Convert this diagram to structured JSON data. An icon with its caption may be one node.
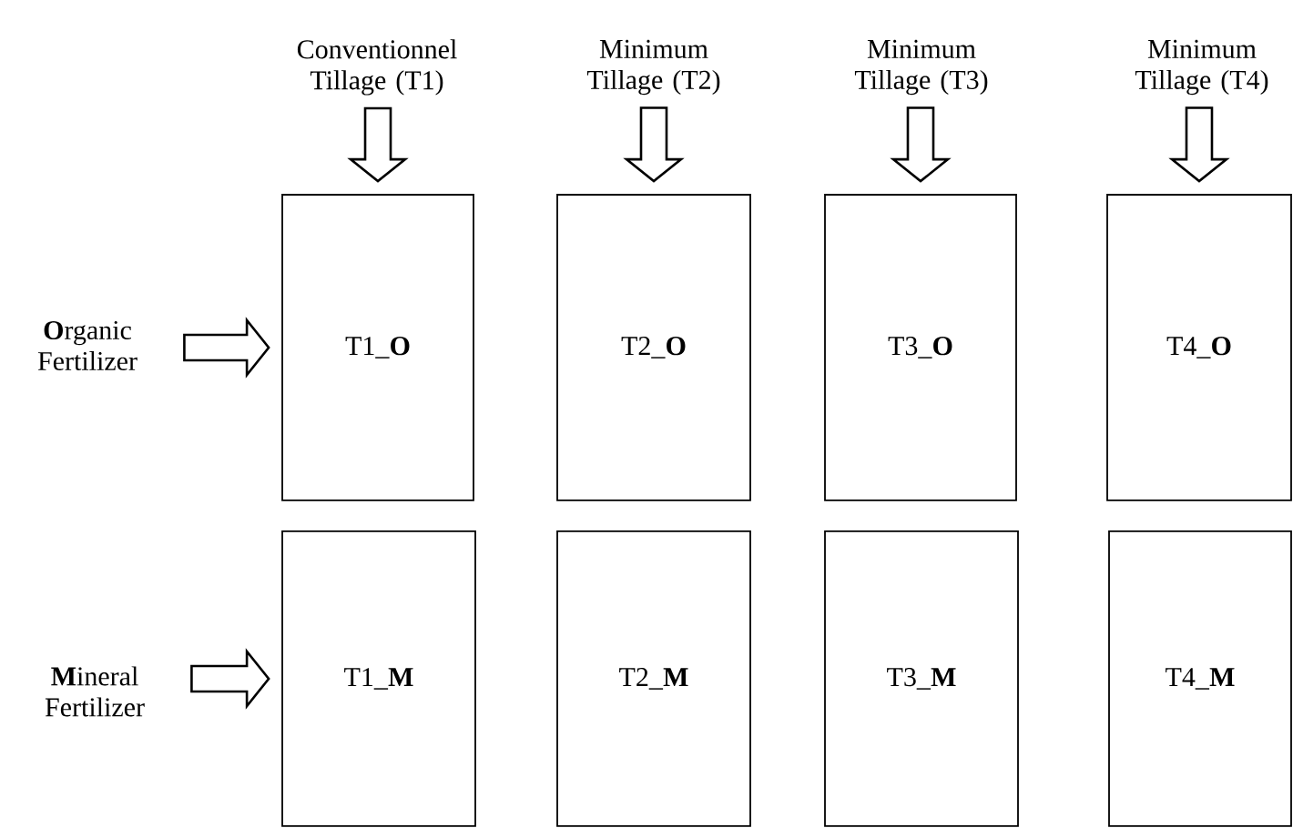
{
  "diagram": {
    "nodes": [
      {
        "text": [
          "Conventionnel Tillage (T1)"
        ]
      },
      {
        "text": [
          "Minimum Tillage (T2)"
        ]
      },
      {
        "text": [
          "Minimum Tillage (T3)"
        ]
      },
      {
        "text": [
          "Minimum Tillage (T4)"
        ]
      },
      {
        "text": [
          "**O**rganic Fertilizer"
        ]
      },
      {
        "text": [
          "**M**ineral Fertilizer"
        ]
      },
      {
        "text": [
          "T1_**O**"
        ]
      },
      {
        "text": [
          "T2_**O**"
        ]
      },
      {
        "text": [
          "T3_**O**"
        ]
      },
      {
        "text": [
          "T4_**O**"
        ]
      },
      {
        "text": [
          "T1_**M**"
        ]
      },
      {
        "text": [
          "T2_**M**"
        ]
      },
      {
        "text": [
          "T3_**M**"
        ]
      },
      {
        "text": [
          "T4_**M**"
        ]
      }
    ],
    "edges": [
      {
        "from": 0,
        "to": 6,
        "arrow": "to"
      },
      {
        "from": 1,
        "to": 7,
        "arrow": "to"
      },
      {
        "from": 2,
        "to": 8,
        "arrow": "to"
      },
      {
        "from": 3,
        "to": 9,
        "arrow": "to"
      },
      {
        "from": 4,
        "to": 6,
        "arrow": "to"
      },
      {
        "from": 5,
        "to": 10,
        "arrow": "to"
      }
    ]
  }
}
